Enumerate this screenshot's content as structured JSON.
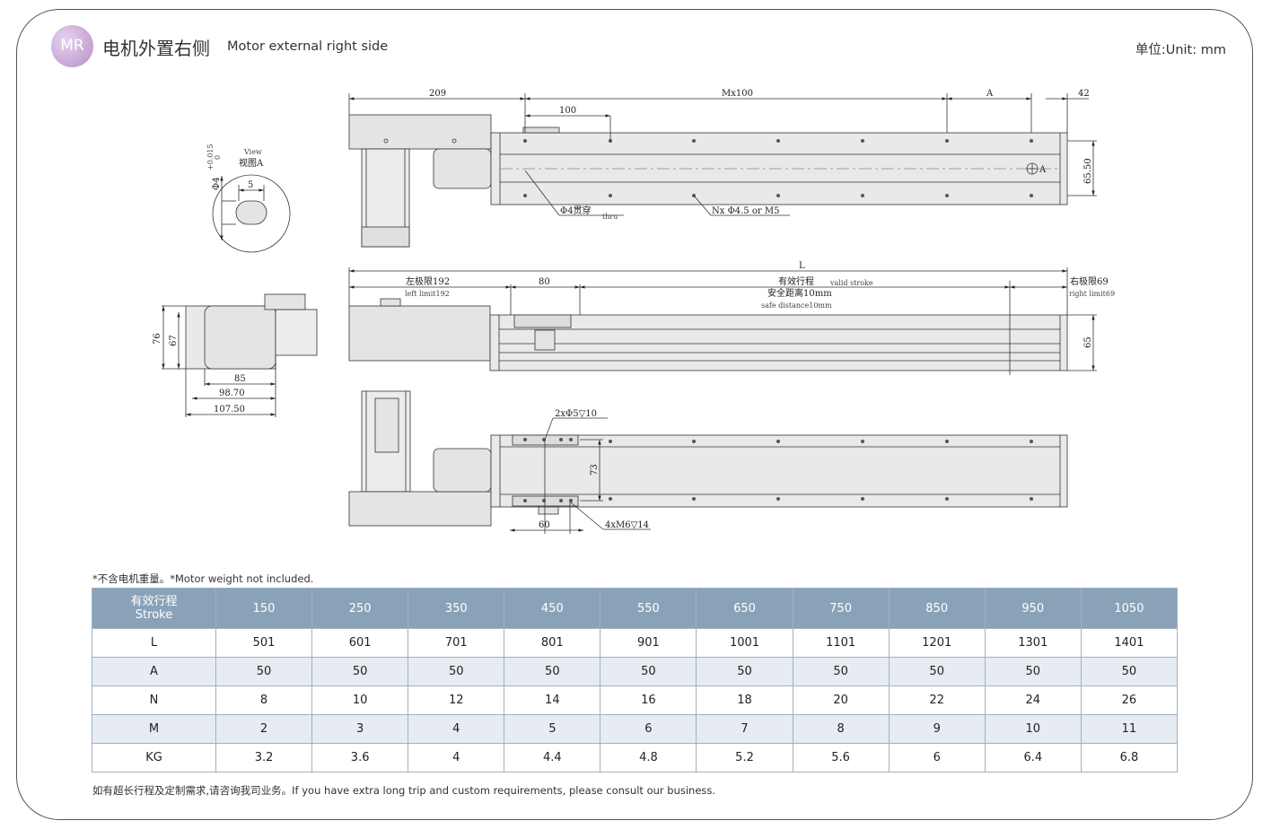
{
  "header": {
    "badge": "MR",
    "title_cn": "电机外置右侧",
    "title_en": "Motor external right side",
    "unit": "单位:Unit: mm"
  },
  "drawing": {
    "top_view": {
      "dim_209": "209",
      "dim_mx100": "Mx100",
      "dim_a": "A",
      "dim_42": "42",
      "dim_100": "100",
      "dim_6550": "65.50",
      "hole_thru_cn": "Φ4贯穿",
      "hole_thru_en": "thru",
      "hole_nx": "Nx Φ4.5 or M5",
      "view_marker": "A"
    },
    "view_a": {
      "label_en": "View",
      "label_cn": "视图A",
      "dim_phi4": "Φ4",
      "tol_top": "+0.015",
      "tol_bottom": "0",
      "dim_5": "5"
    },
    "side_view": {
      "dim_l": "L",
      "left_limit_cn": "左极限192",
      "left_limit_en": "left limit192",
      "dim_80": "80",
      "valid_stroke_cn": "有效行程",
      "valid_stroke_en": "valid stroke",
      "safe_cn": "安全距离10mm",
      "safe_en": "safe distance10mm",
      "right_limit_cn": "右极限69",
      "right_limit_en": "right limit69",
      "dim_65": "65"
    },
    "end_view": {
      "dim_76": "76",
      "dim_67": "67",
      "dim_85": "85",
      "dim_9870": "98.70",
      "dim_10750": "107.50"
    },
    "bottom_view": {
      "holes_top": "2xΦ5▽10",
      "dim_73": "73",
      "holes_bottom": "4xM6▽14",
      "dim_60": "60"
    }
  },
  "note": "*不含电机重量。*Motor weight not included.",
  "table": {
    "header_cn": "有效行程",
    "header_en": "Stroke",
    "strokes": [
      "150",
      "250",
      "350",
      "450",
      "550",
      "650",
      "750",
      "850",
      "950",
      "1050"
    ],
    "rows": [
      {
        "label": "L",
        "values": [
          "501",
          "601",
          "701",
          "801",
          "901",
          "1001",
          "1101",
          "1201",
          "1301",
          "1401"
        ]
      },
      {
        "label": "A",
        "values": [
          "50",
          "50",
          "50",
          "50",
          "50",
          "50",
          "50",
          "50",
          "50",
          "50"
        ]
      },
      {
        "label": "N",
        "values": [
          "8",
          "10",
          "12",
          "14",
          "16",
          "18",
          "20",
          "22",
          "24",
          "26"
        ]
      },
      {
        "label": "M",
        "values": [
          "2",
          "3",
          "4",
          "5",
          "6",
          "7",
          "8",
          "9",
          "10",
          "11"
        ]
      },
      {
        "label": "KG",
        "values": [
          "3.2",
          "3.6",
          "4",
          "4.4",
          "4.8",
          "5.2",
          "5.6",
          "6",
          "6.4",
          "6.8"
        ]
      }
    ]
  },
  "footer": "如有超长行程及定制需求,请咨询我司业务。If you have extra long trip and custom requirements, please consult our business."
}
